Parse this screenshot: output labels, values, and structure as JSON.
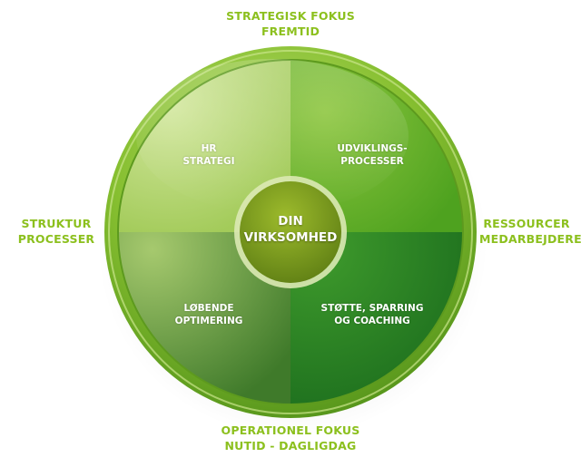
{
  "axes": {
    "top": [
      "STRATEGISK FOKUS",
      "FREMTID"
    ],
    "bottom": [
      "OPERATIONEL FOKUS",
      "NUTID - DAGLIGDAG"
    ],
    "left": [
      "STRUKTUR",
      "PROCESSER"
    ],
    "right": [
      "RESSOURCER",
      "MEDARBEJDERE"
    ]
  },
  "quadrants": {
    "top_left": [
      "HR",
      "STRATEGI"
    ],
    "top_right": [
      "UDVIKLINGS-",
      "PROCESSER"
    ],
    "bottom_left": [
      "LØBENDE",
      "OPTIMERING"
    ],
    "bottom_right": [
      "STØTTE, SPARRING",
      "OG COACHING"
    ]
  },
  "center": [
    "DIN",
    "VIRKSOMHED"
  ],
  "colors": {
    "label_green": "#8cc01e",
    "rim": "#7fb82a",
    "top_left": "#b6d66e",
    "top_right": "#6cb52a",
    "bottom_left": "#7fae52",
    "bottom_right": "#2f8d26",
    "center": "#7c9a1e"
  }
}
